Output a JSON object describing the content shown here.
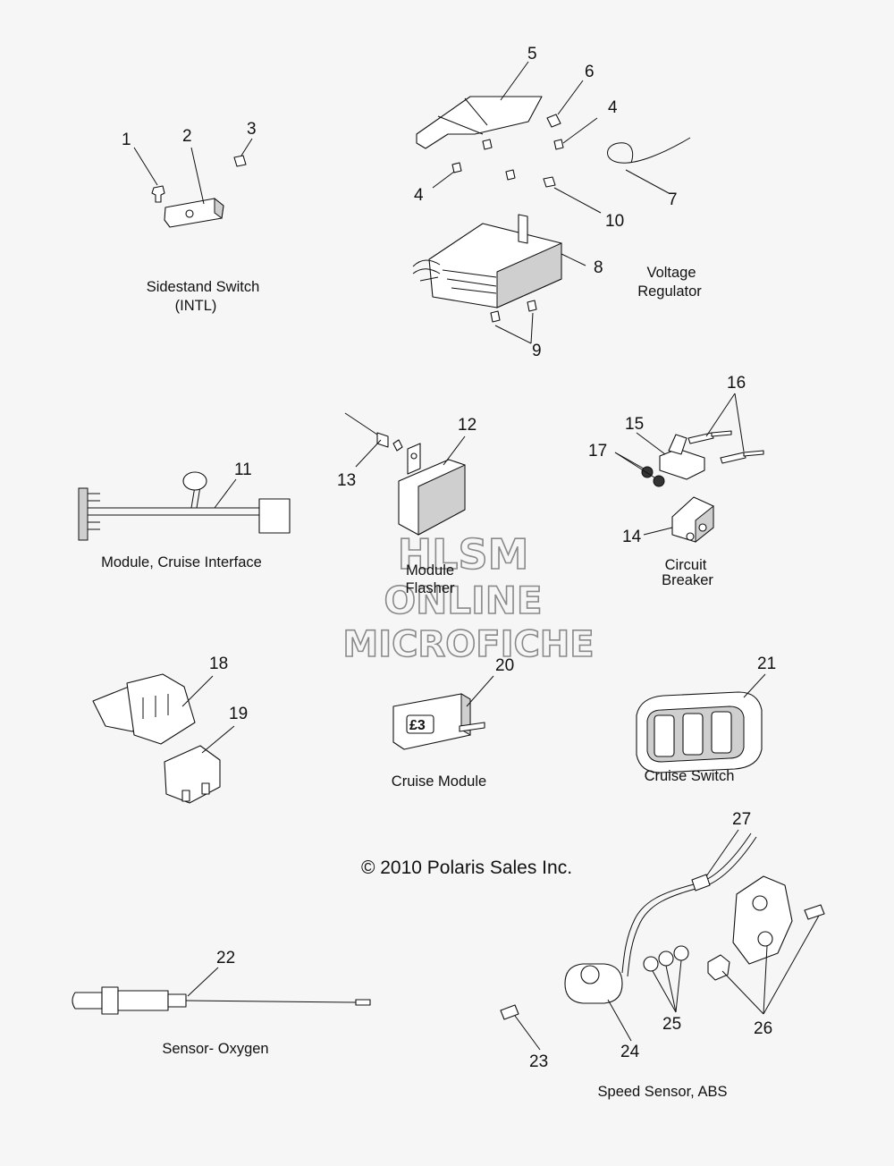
{
  "callouts": [
    "1",
    "2",
    "3",
    "5",
    "6",
    "4",
    "4",
    "7",
    "10",
    "8",
    "9",
    "16",
    "15",
    "17",
    "12",
    "13",
    "11",
    "14",
    "18",
    "20",
    "21",
    "19",
    "27",
    "22",
    "25",
    "26",
    "24",
    "23"
  ],
  "captions": {
    "sidestand_switch": "Sidestand Switch",
    "sidestand_intl": "(INTL)",
    "voltage": "Voltage",
    "regulator": "Regulator",
    "module_cruise_interface": "Module, Cruise Interface",
    "module": "Module",
    "flasher": "Flasher",
    "circuit": "Circuit",
    "breaker": "Breaker",
    "cruise_module": "Cruise Module",
    "cruise_switch": "Cruise Switch",
    "sensor_oxygen": "Sensor- Oxygen",
    "speed_sensor_abs": "Speed Sensor, ABS"
  },
  "copyright": "© 2010 Polaris Sales Inc.",
  "watermark": {
    "line1": "HLSM",
    "line2": "ONLINE",
    "line3": "MICROFICHE"
  },
  "module_mark": "£3"
}
